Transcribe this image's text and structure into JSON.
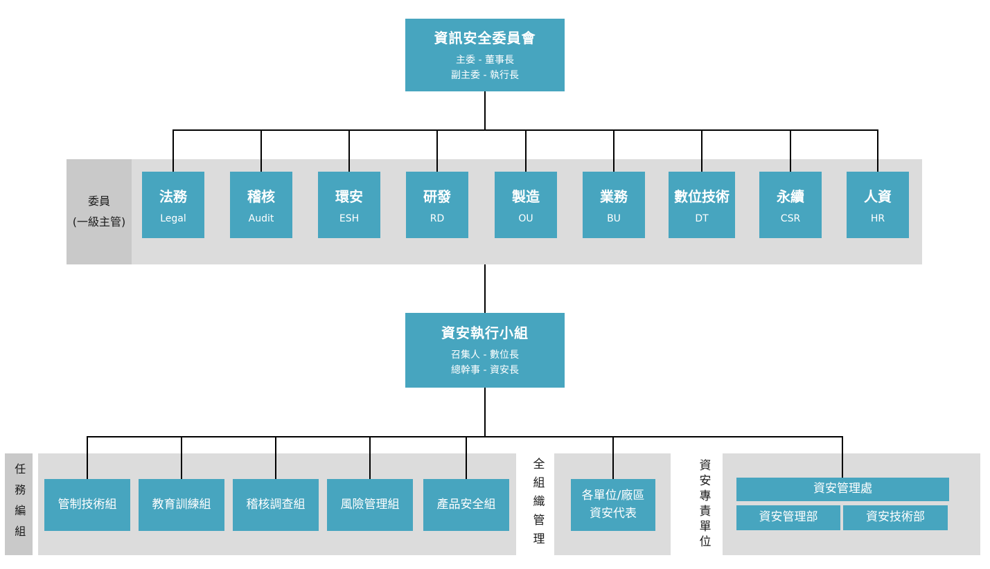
{
  "colors": {
    "box": "#47a5bf",
    "band": "#dcdcdc",
    "label": "#c9c9c9",
    "line": "#000000"
  },
  "committee": {
    "title": "資訊安全委員會",
    "subtitle": "主委 - 董事長\n副主委 - 執行長"
  },
  "members_band": {
    "label": "委員\n(一級主管)",
    "members": [
      {
        "zh": "法務",
        "en": "Legal"
      },
      {
        "zh": "稽核",
        "en": "Audit"
      },
      {
        "zh": "環安",
        "en": "ESH"
      },
      {
        "zh": "研發",
        "en": "RD"
      },
      {
        "zh": "製造",
        "en": "OU"
      },
      {
        "zh": "業務",
        "en": "BU"
      },
      {
        "zh": "數位技術",
        "en": "DT"
      },
      {
        "zh": "永續",
        "en": "CSR"
      },
      {
        "zh": "人資",
        "en": "HR"
      }
    ]
  },
  "exec_team": {
    "title": "資安執行小組",
    "subtitle": "召集人 - 數位長\n總幹事 - 資安長"
  },
  "task_group": {
    "label": "任務編組",
    "teams": [
      "管制技術組",
      "教育訓練組",
      "稽核調查組",
      "風險管理組",
      "產品安全組"
    ]
  },
  "org_wide": {
    "label": "全組織管理",
    "box": "各單位/廠區\n資安代表"
  },
  "dedicated_unit": {
    "label": "資安專責單位",
    "division": "資安管理處",
    "departments": [
      "資安管理部",
      "資安技術部"
    ]
  }
}
